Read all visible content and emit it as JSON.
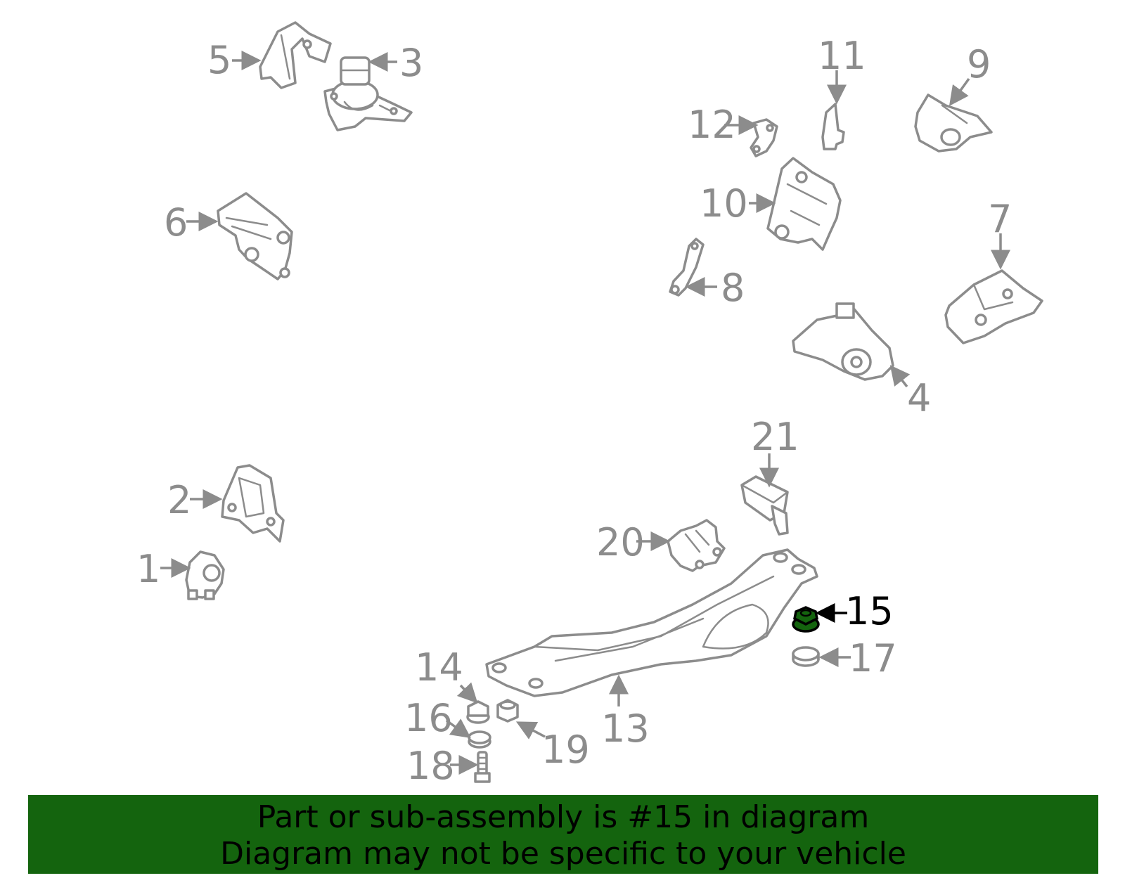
{
  "diagram": {
    "highlight_color": "#14640e",
    "callout_labels": [
      "1",
      "2",
      "3",
      "4",
      "5",
      "6",
      "7",
      "8",
      "9",
      "10",
      "11",
      "12",
      "13",
      "14",
      "15",
      "16",
      "17",
      "18",
      "19",
      "20",
      "21"
    ],
    "highlighted_label": "15"
  },
  "banner": {
    "line1": "Part or sub-assembly is #15 in diagram",
    "line2": "Diagram may not be specific to your vehicle",
    "background": "#14640e"
  }
}
